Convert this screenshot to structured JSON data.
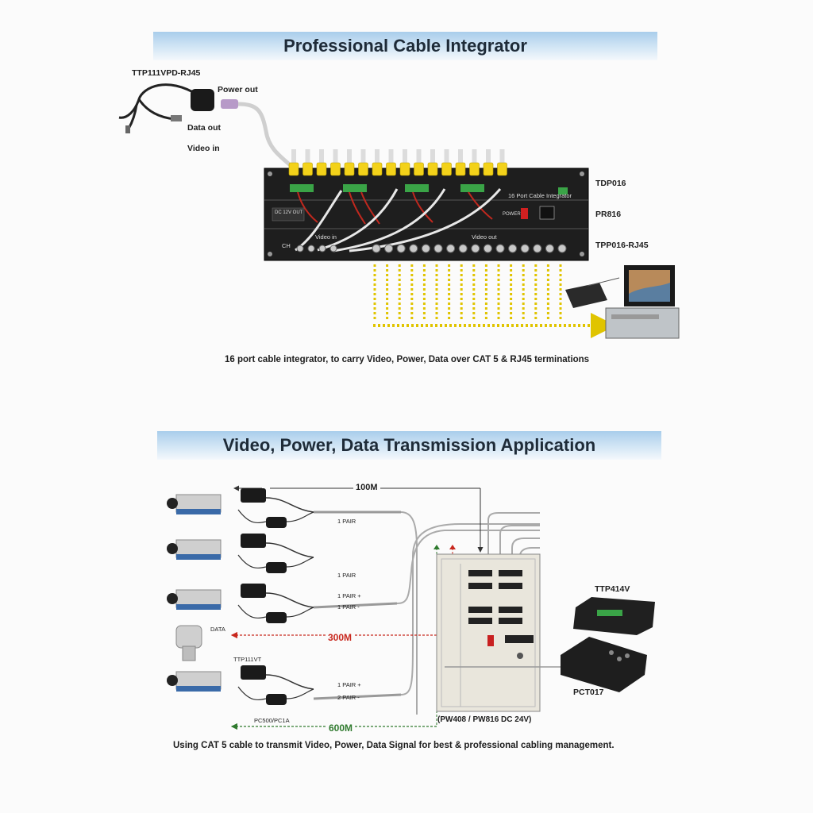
{
  "section1": {
    "title": "Professional Cable Integrator",
    "labels": {
      "ttp_vpd": "TTP111VPD-RJ45",
      "power_out": "Power out",
      "data_out": "Data out",
      "video_in": "Video in",
      "tdp": "TDP016",
      "pr": "PR816",
      "tpp": "TPP016-RJ45",
      "rack_title": "16 Port Cable Integrator",
      "dc_label": "DC 12V OUT",
      "video_in_panel": "Video in",
      "video_out_panel": "Video out",
      "power_panel": "POWER",
      "ch": "CH"
    },
    "caption": "16 port cable integrator, to carry Video, Power, Data over CAT 5 & RJ45 terminations"
  },
  "section2": {
    "title": "Video, Power, Data Transmission Application",
    "labels": {
      "m100": "100M",
      "pair1": "1 PAIR",
      "pair1b": "1 PAIR",
      "pair_plus": "1 PAIR +",
      "pair_minus": "1 PAIR -",
      "data": "DATA",
      "m300": "300M",
      "ttp111vt": "TTP111VT",
      "pair_plus2": "1 PAIR +",
      "pair2_minus": "2 PAIR -",
      "pc500": "PC500/PC1A",
      "m600": "600M",
      "pw": "(PW408 / PW816 DC 24V)",
      "ttp414v": "TTP414V",
      "pct017": "PCT017"
    },
    "caption": "Using CAT 5 cable to transmit Video, Power, Data Signal for best & professional cabling management."
  },
  "colors": {
    "banner_top": "#a9cdeb",
    "rack": "#1f1f1f",
    "connector_yellow": "#f3d21a",
    "wire_red": "#c0281e",
    "dashed_yellow": "#e8d000",
    "label_red": "#c8281e",
    "label_green": "#2f7a2e"
  }
}
